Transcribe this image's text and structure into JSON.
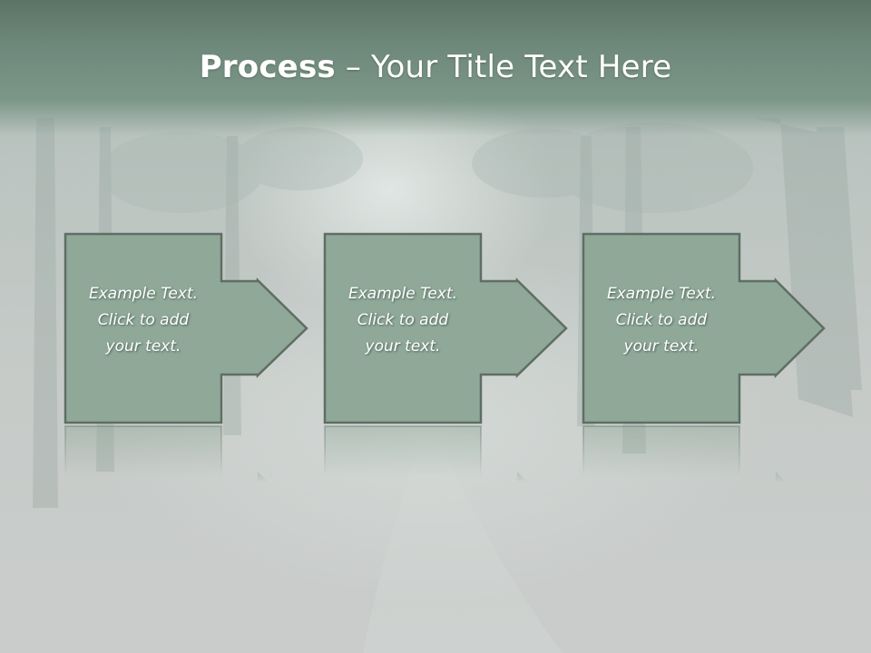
{
  "slide": {
    "title_bold": "Process",
    "title_rest": " – Your Title Text Here"
  },
  "steps": [
    {
      "line1": "Example Text.",
      "line2": "Click  to add",
      "line3": "your text."
    },
    {
      "line1": "Example Text.",
      "line2": "Click  to add",
      "line3": "your text."
    },
    {
      "line1": "Example Text.",
      "line2": "Click  to add",
      "line3": "your text."
    }
  ],
  "colors": {
    "header": "#6f8a7c",
    "box_fill": "#8fa898",
    "box_stroke": "#5f6e65",
    "text": "#ffffff"
  }
}
